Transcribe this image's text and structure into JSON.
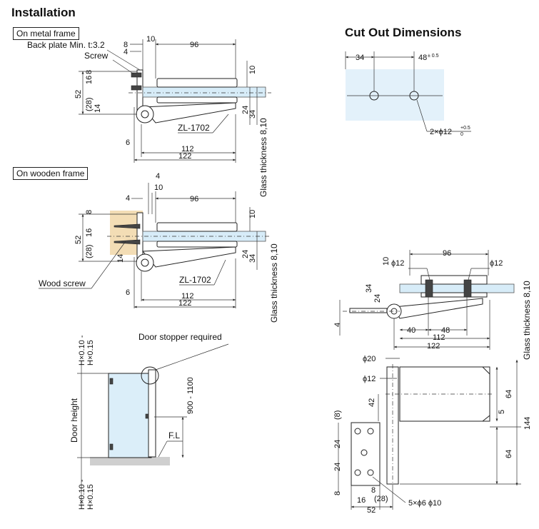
{
  "titles": {
    "installation": "Installation",
    "cutout": "Cut Out Dimensions"
  },
  "metal": {
    "frame_label": "On metal frame",
    "back_plate": "Back plate Min. t:3.2",
    "screw": "Screw",
    "model": "ZL-1702",
    "glass": "Glass thickness 8,10",
    "dims": {
      "d8": "8",
      "d10": "10",
      "d96": "96",
      "d4": "4",
      "d16": "16",
      "d8b": "8",
      "d52": "52",
      "d28": "(28)",
      "d14": "14",
      "d10v": "10",
      "d24": "24",
      "d34": "34",
      "d6": "6",
      "d112": "112",
      "d122": "122"
    }
  },
  "wooden": {
    "frame_label": "On wooden frame",
    "wood_screw": "Wood screw",
    "model": "ZL-1702",
    "glass": "Glass thickness 8,10",
    "dims": {
      "d4": "4",
      "d10": "10",
      "d4b": "4",
      "d96": "96",
      "d8": "8",
      "d16": "16",
      "d52": "52",
      "d28": "(28)",
      "d14": "14",
      "d10v": "10",
      "d24": "24",
      "d34": "34",
      "d6": "6",
      "d112": "112",
      "d122": "122"
    }
  },
  "cutout": {
    "d34": "34",
    "d48": "48",
    "d48_tol": "± 0.5",
    "holes": "2×ϕ12",
    "holes_tol_top": "+0.5",
    "holes_tol_bot": "0"
  },
  "door": {
    "stopper": "Door stopper required",
    "top_clear_1": "H×0.10 -",
    "top_clear_2": "H×0.15",
    "door_height": "Door height",
    "range": "900 - 1100",
    "fl": "F.L",
    "bot_clear_1": "H×0.10 -",
    "bot_clear_2": "H×0.15"
  },
  "side_view": {
    "d96": "96",
    "phi12a": "ϕ12",
    "phi12b": "ϕ12",
    "d10": "10",
    "d34": "34",
    "d24": "24",
    "d4": "4",
    "d40": "40",
    "d48": "48",
    "d112": "112",
    "d122": "122",
    "glass": "Glass thickness 8,10"
  },
  "front_view": {
    "phi20": "ϕ20",
    "phi12": "ϕ12",
    "d42": "42",
    "d64a": "64",
    "d5": "5",
    "d144": "144",
    "d8p": "(8)",
    "d24a": "24",
    "d24b": "24",
    "d64b": "64",
    "d8": "8",
    "d16": "16",
    "d8b": "8",
    "d28": "(28)",
    "d52": "52",
    "holes": "5×ϕ6 ϕ10"
  }
}
